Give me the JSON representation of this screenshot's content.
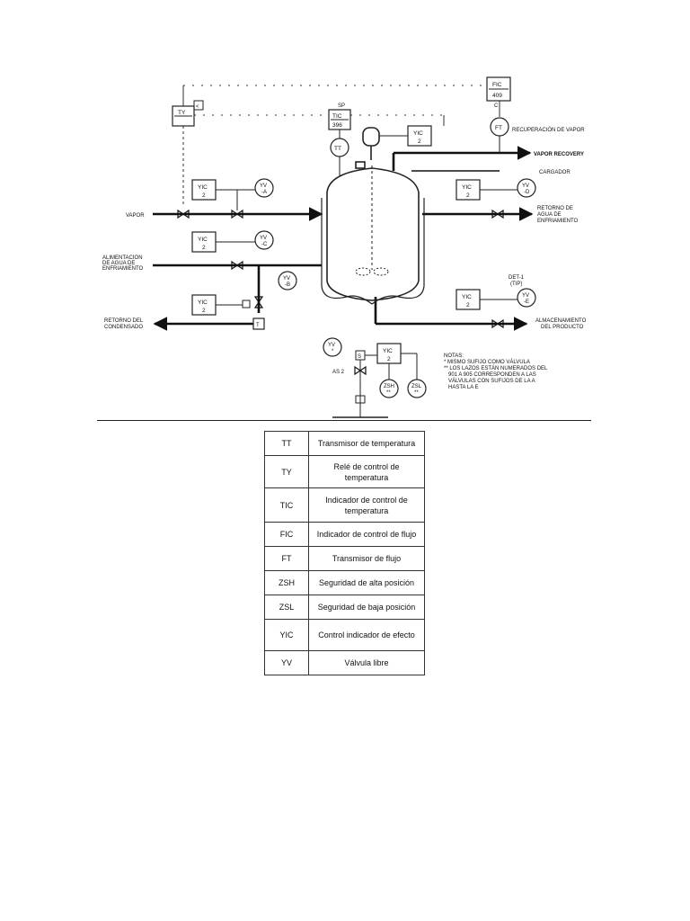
{
  "diagram": {
    "instruments": {
      "ty": "TY",
      "tic": "TIC",
      "tic_num": "396",
      "sp": "SP",
      "tt": "TT",
      "fic": "FIC",
      "fic_num": "409",
      "ft": "FT",
      "yic": "YIC",
      "yic_num": "2",
      "yv_a": "YV",
      "yv_a_suffix": "-A",
      "yv_b": "YV",
      "yv_b_suffix": "-B",
      "yv_c": "YV",
      "yv_c_suffix": "-C",
      "yv_d": "YV",
      "yv_d_suffix": "-D",
      "yv_e": "YV",
      "yv_e_suffix": "-E",
      "yv_detail": "YV",
      "yv_detail_suffix": "*",
      "zsh": "ZSH",
      "zsl": "ZSL",
      "star2": "**",
      "t_box": "T",
      "s_box": "S",
      "as2": "AS 2",
      "lt": "<",
      "c": "C"
    },
    "labels": {
      "vapor": "VAPOR",
      "alimentacion_1": "ALIMENTACION",
      "alimentacion_2": "DE AGUA DE",
      "alimentacion_3": "ENFRIAMIENTO",
      "retorno_cond_1": "RETORNO DEL",
      "retorno_cond_2": "CONDENSADO",
      "recuperacion": "RECUPERACIÓN DE VAPOR",
      "vapor_recovery": "VAPOR RECOVERY",
      "cargador": "CARGADOR",
      "retorno_agua_1": "RETORNO DE",
      "retorno_agua_2": "AGUA DE",
      "retorno_agua_3": "ENFRIAMIENTO",
      "det_1": "DET-1",
      "det_2": "(TIP)",
      "almac_1": "ALMACENAMIENTO",
      "almac_2": "DEL PRODUCTO"
    },
    "notes": {
      "title": "NOTAS:",
      "line1": "* MISMO SUFIJO COMO VÁLVULA",
      "line2": "** LOS LAZOS ESTÁN NUMERADOS DEL",
      "line3": "901 A 905 CORRESPONDEN A LAS",
      "line4": "VÁLVULAS CON SUFIJOS DE LA A",
      "line5": "HASTA LA E"
    }
  },
  "legend": [
    {
      "abbr": "TT",
      "desc": "Transmisor de temperatura"
    },
    {
      "abbr": "TY",
      "desc": "Relé de control de temperatura"
    },
    {
      "abbr": "TIC",
      "desc": "Indicador de control de temperatura"
    },
    {
      "abbr": "FIC",
      "desc": "Indicador de control de flujo"
    },
    {
      "abbr": "FT",
      "desc": "Transmisor de flujo"
    },
    {
      "abbr": "ZSH",
      "desc": "Seguridad de alta posición"
    },
    {
      "abbr": "ZSL",
      "desc": "Seguridad de baja posición"
    },
    {
      "abbr": "YIC",
      "desc": "Control indicador de efecto"
    },
    {
      "abbr": "YV",
      "desc": "Válvula libre"
    }
  ]
}
